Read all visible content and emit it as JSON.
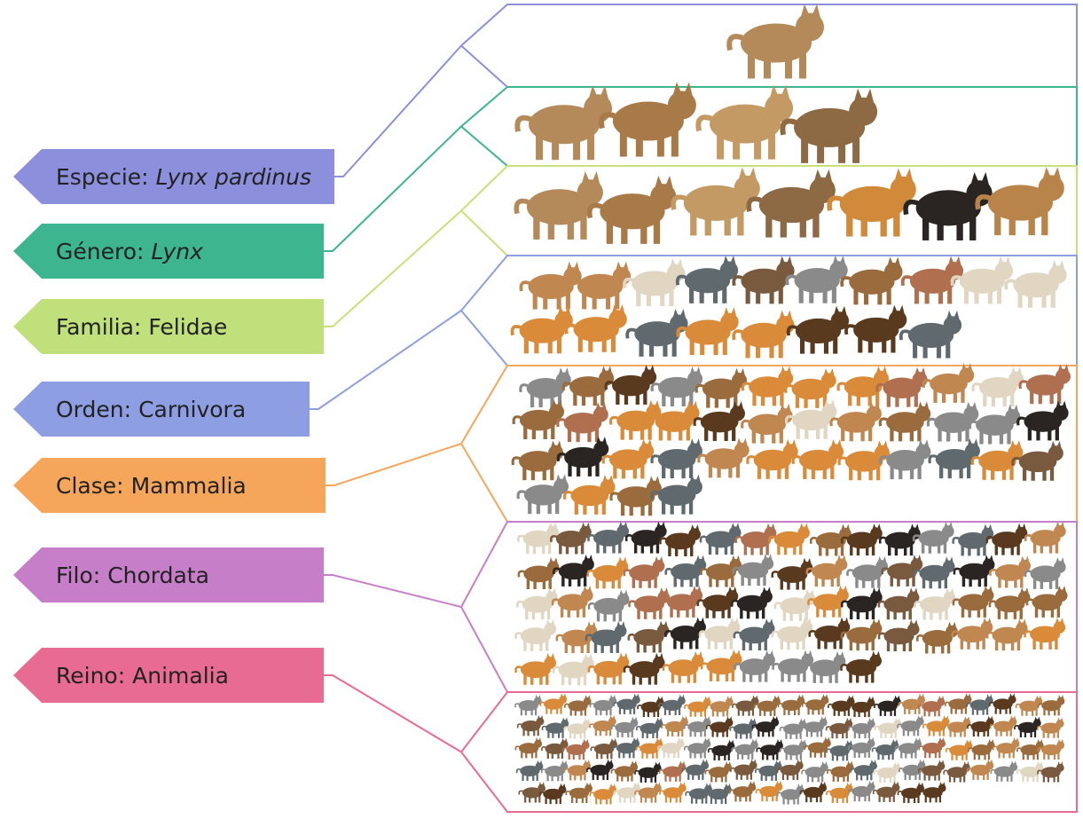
{
  "ranks": [
    {
      "name": "Especie",
      "value": "Lynx pardinus",
      "italic": true,
      "color": "#8b8fdc",
      "line": "#8b8fdc"
    },
    {
      "name": "Género",
      "value": "Lynx",
      "italic": true,
      "color": "#3db58f",
      "line": "#3db58f"
    },
    {
      "name": "Familia",
      "value": "Felidae",
      "italic": false,
      "color": "#bfe07a",
      "line": "#c9e078"
    },
    {
      "name": "Orden",
      "value": "Carnivora",
      "italic": false,
      "color": "#8e9ee2",
      "line": "#8e9ee2"
    },
    {
      "name": "Clase",
      "value": "Mammalia",
      "italic": false,
      "color": "#f5a65a",
      "line": "#f5a65a"
    },
    {
      "name": "Filo",
      "value": "Chordata",
      "italic": false,
      "color": "#c77ec8",
      "line": "#c77ec8"
    },
    {
      "name": "Reino",
      "value": "Animalia",
      "italic": false,
      "color": "#e86b94",
      "line": "#e86b94"
    }
  ],
  "animal_icon": "animal-silhouette-icon",
  "animal_palette": [
    "#9a6b3c",
    "#c08850",
    "#5a3a1e",
    "#2a2522",
    "#d98b3a",
    "#7a5a3e",
    "#e0d6c2",
    "#8a8a8a",
    "#b07050",
    "#606a6e"
  ]
}
